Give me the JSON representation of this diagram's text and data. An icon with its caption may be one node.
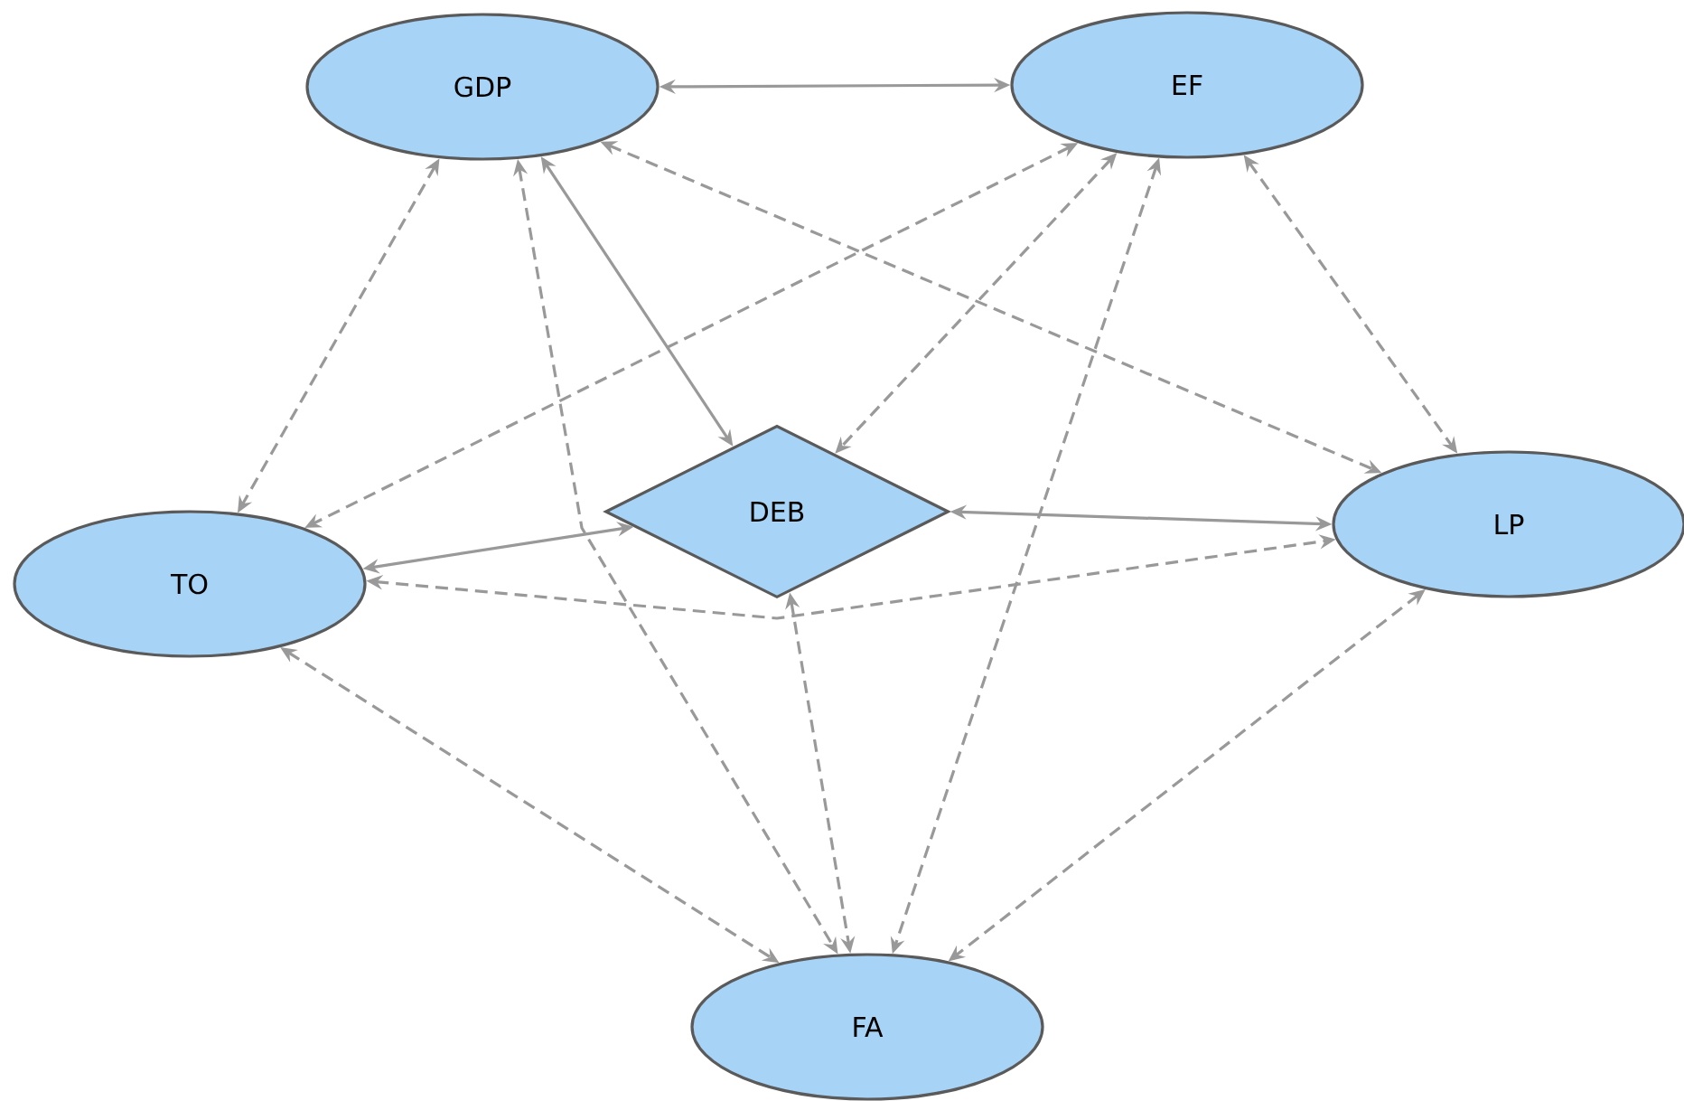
{
  "diagram": {
    "nodes": [
      {
        "text": [
          "GDP"
        ]
      },
      {
        "text": [
          "EF"
        ]
      },
      {
        "text": [
          "TO"
        ]
      },
      {
        "text": [
          "DEB"
        ]
      },
      {
        "text": [
          "LP"
        ]
      },
      {
        "text": [
          "FA"
        ]
      }
    ],
    "edges": [
      {
        "from": 0,
        "to": 1,
        "arrow": "both"
      },
      {
        "from": 0,
        "to": 2,
        "arrow": "both",
        "style": "dashed"
      },
      {
        "from": 0,
        "to": 3,
        "arrow": "both"
      },
      {
        "from": 0,
        "to": 4,
        "arrow": "both",
        "style": "dashed"
      },
      {
        "from": 0,
        "to": 5,
        "arrow": "both",
        "style": "dashed"
      },
      {
        "from": 1,
        "to": 2,
        "arrow": "both",
        "style": "dashed"
      },
      {
        "from": 1,
        "to": 3,
        "arrow": "both",
        "style": "dashed"
      },
      {
        "from": 1,
        "to": 5,
        "arrow": "both",
        "style": "dashed"
      },
      {
        "from": 1,
        "to": 4,
        "arrow": "both",
        "style": "dashed"
      },
      {
        "from": 3,
        "to": 2,
        "arrow": "both"
      },
      {
        "from": 3,
        "to": 4,
        "arrow": "both"
      },
      {
        "from": 2,
        "to": 4,
        "arrow": "both",
        "style": "dashed"
      },
      {
        "from": 3,
        "to": 5,
        "arrow": "both",
        "style": "dashed"
      },
      {
        "from": 2,
        "to": 5,
        "arrow": "both",
        "style": "dashed"
      },
      {
        "from": 4,
        "to": 5,
        "arrow": "both",
        "style": "dashed"
      }
    ]
  }
}
